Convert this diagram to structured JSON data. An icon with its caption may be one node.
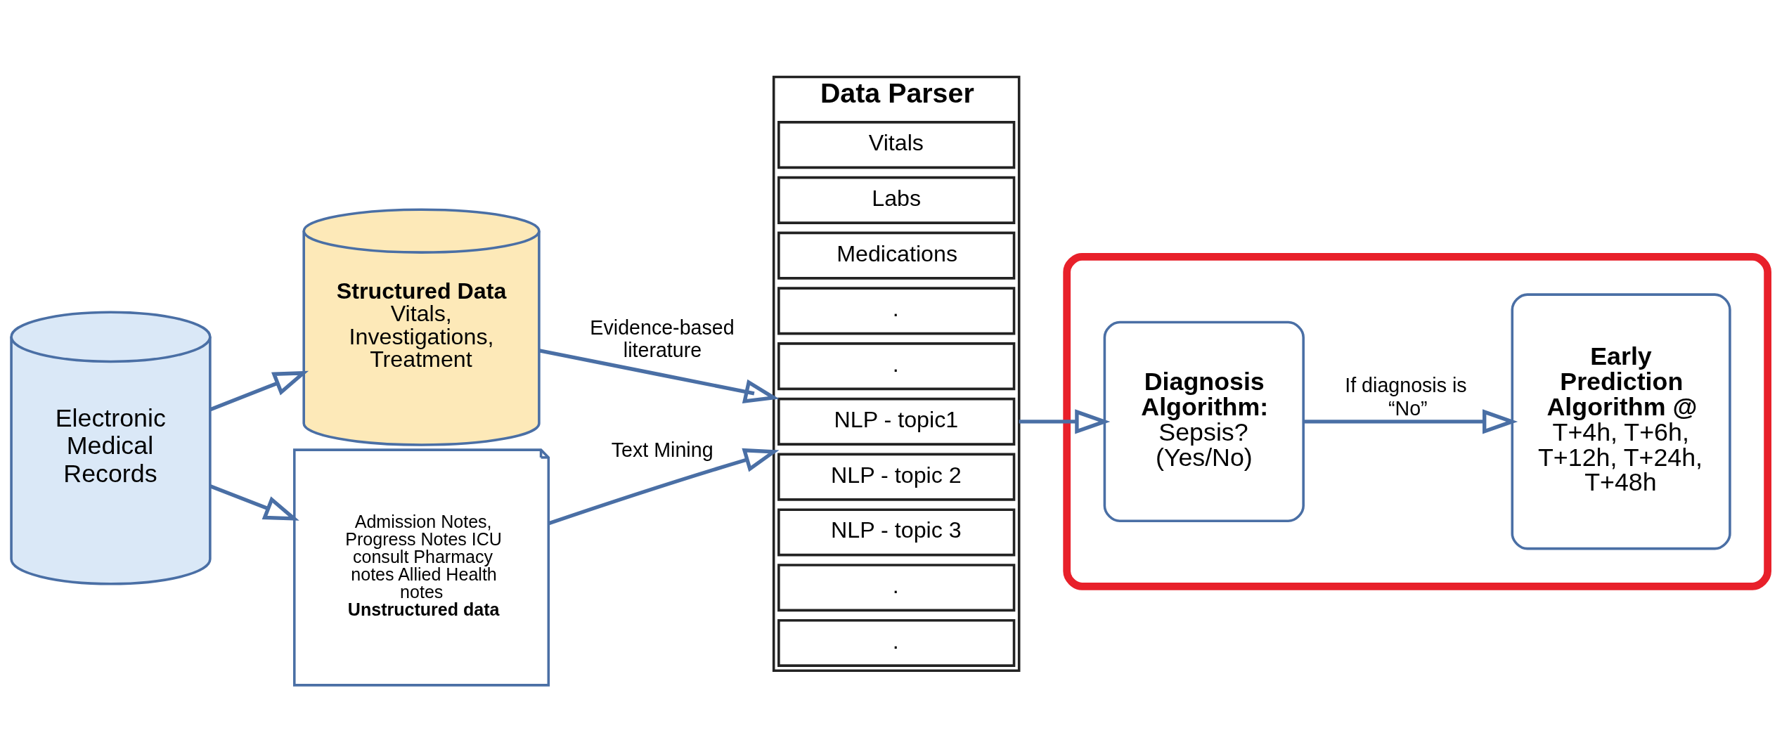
{
  "diagram": {
    "nodes": [
      {
        "text": [
          "Electronic Medical Records"
        ]
      },
      {
        "text": [
          "Structured Data",
          "Vitals, Investigations, Treatment"
        ]
      },
      {
        "text": [
          "Admission Notes, Progress Notes ICU consult Pharmacy notes Allied Health notes",
          "Unstructured data"
        ]
      },
      {
        "text": [
          "Data Parser"
        ]
      },
      {
        "text": [
          "Vitals"
        ],
        "in": 3
      },
      {
        "text": [
          "Labs"
        ],
        "in": 3
      },
      {
        "text": [
          "Medications"
        ],
        "in": 3
      },
      {
        "text": [
          "."
        ],
        "in": 3
      },
      {
        "text": [
          "."
        ],
        "in": 3
      },
      {
        "text": [
          "NLP - topic1"
        ],
        "in": 3
      },
      {
        "text": [
          "NLP - topic 2"
        ],
        "in": 3
      },
      {
        "text": [
          "NLP - topic 3"
        ],
        "in": 3
      },
      {
        "text": [
          "."
        ],
        "in": 3
      },
      {
        "text": [
          "."
        ],
        "in": 3
      },
      {
        "text": [],
        "shape": "box"
      },
      {
        "text": [
          "Diagnosis Algorithm:",
          "Sepsis? (Yes/No)"
        ],
        "in": 14
      },
      {
        "text": [
          "Early Prediction Algorithm @",
          "T+4h, T+6h, T+12h, T+24h, T+48h"
        ],
        "in": 14
      }
    ],
    "edges": [
      {
        "from": 0,
        "to": 1,
        "arrow": "to"
      },
      {
        "from": 0,
        "to": 2,
        "arrow": "to"
      },
      {
        "from": 1,
        "to": 3,
        "arrow": "to",
        "label": "Evidence-based literature"
      },
      {
        "from": 2,
        "to": 3,
        "arrow": "to",
        "label": "Text Mining"
      },
      {
        "from": 3,
        "to": 15,
        "arrow": "to"
      },
      {
        "from": 15,
        "to": 16,
        "arrow": "to",
        "label": "If diagnosis is “No”"
      }
    ]
  }
}
